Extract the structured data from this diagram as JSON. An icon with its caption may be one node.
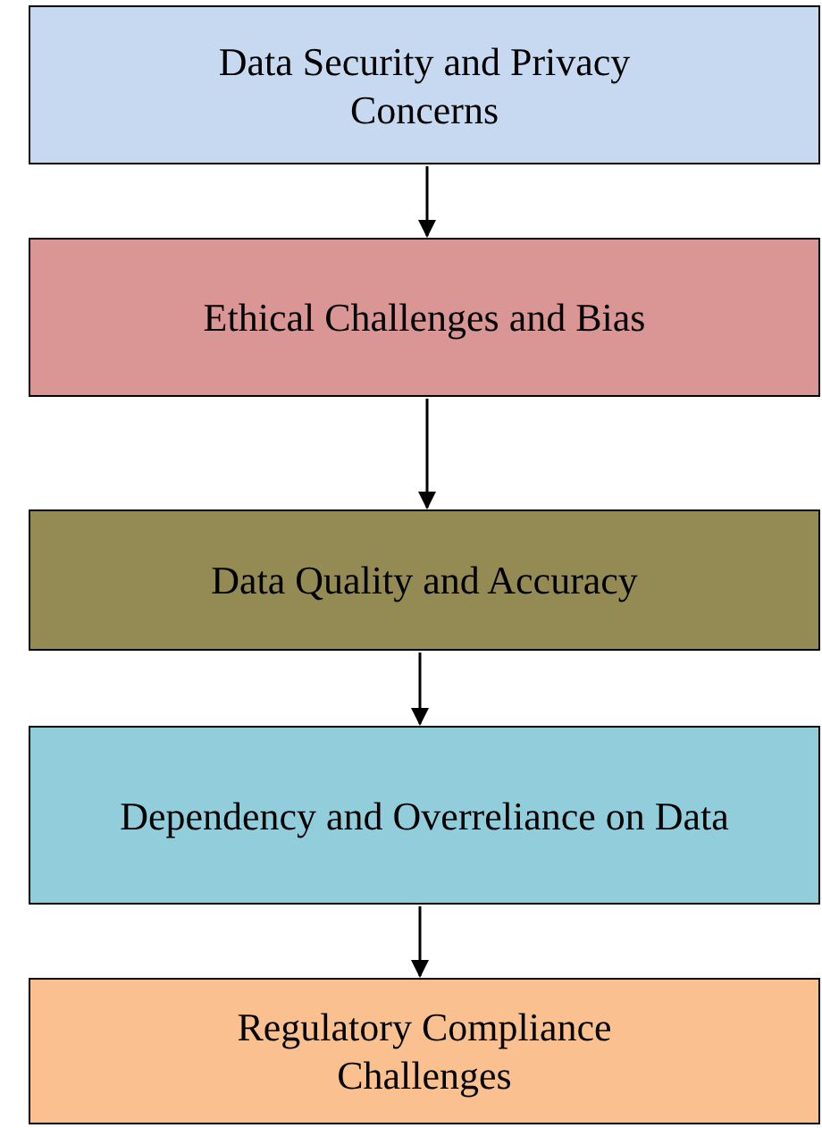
{
  "diagram": {
    "nodes": [
      {
        "text": [
          "Data Security and Privacy Concerns"
        ]
      },
      {
        "text": [
          "Ethical Challenges and Bias"
        ]
      },
      {
        "text": [
          "Data Quality and Accuracy"
        ]
      },
      {
        "text": [
          "Dependency and Overreliance on Data"
        ]
      },
      {
        "text": [
          "Regulatory Compliance Challenges"
        ]
      }
    ],
    "edges": [
      {
        "from": 0,
        "to": 1,
        "arrow": "to"
      },
      {
        "from": 1,
        "to": 2,
        "arrow": "to"
      },
      {
        "from": 2,
        "to": 3,
        "arrow": "to"
      },
      {
        "from": 3,
        "to": 4,
        "arrow": "to"
      }
    ]
  }
}
